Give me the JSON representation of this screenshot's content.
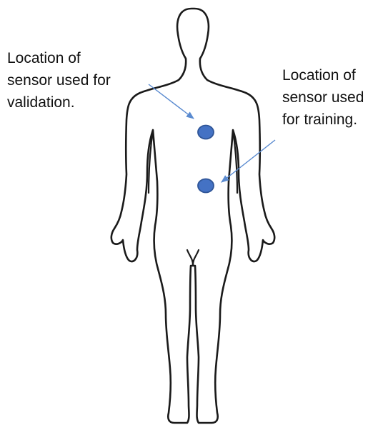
{
  "labels": {
    "validation": {
      "line1": "Location of",
      "line2": "sensor used for",
      "line3": "validation."
    },
    "training": {
      "line1": "Location of",
      "line2": "sensor used",
      "line3": "for training."
    }
  },
  "colors": {
    "background": "#ffffff",
    "outline": "#1a1a1a",
    "sensor_fill": "#4472c4",
    "sensor_stroke": "#2f5597",
    "arrow": "#5b8bd0",
    "text": "#111111"
  }
}
